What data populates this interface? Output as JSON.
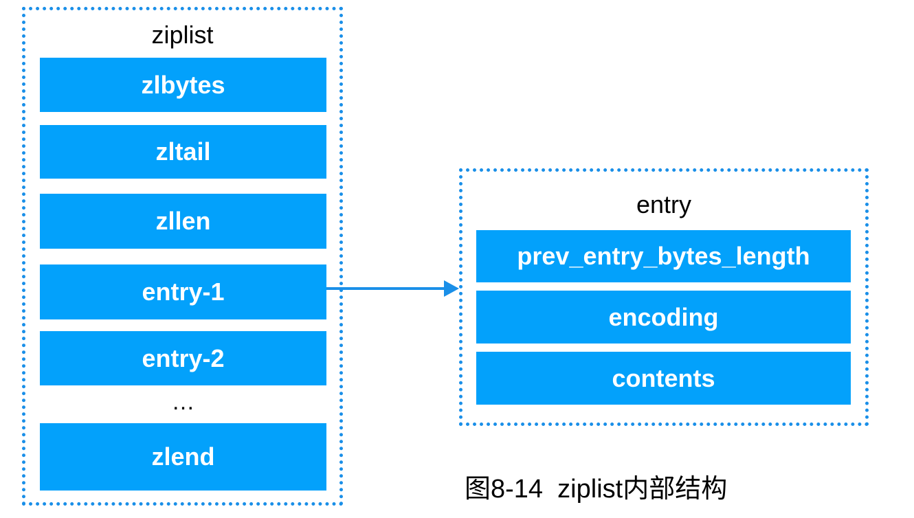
{
  "ziplist": {
    "title": "ziplist",
    "fields": [
      "zlbytes",
      "zltail",
      "zllen",
      "entry-1",
      "entry-2"
    ],
    "ellipsis": "…",
    "last_field": "zlend"
  },
  "entry": {
    "title": "entry",
    "fields": [
      "prev_entry_bytes_length",
      "encoding",
      "contents"
    ]
  },
  "caption": "图8-14  ziplist内部结构",
  "colors": {
    "block_fill": "#03a1fb",
    "border": "#1a8fe8",
    "arrow": "#1a8fe8",
    "block_text": "#ffffff"
  }
}
